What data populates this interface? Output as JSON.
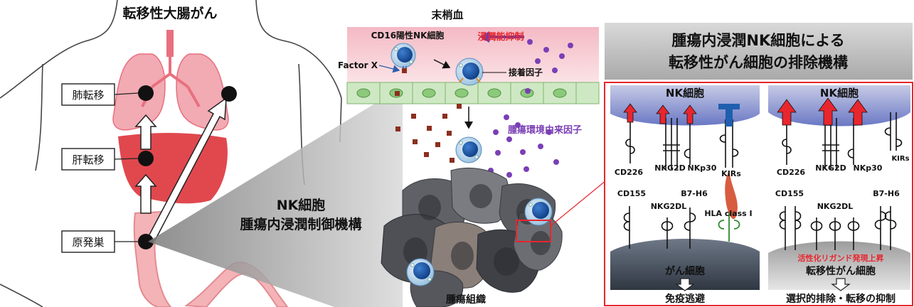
{
  "left_panel": {
    "title": "転移性大腸がん",
    "labels": [
      "肺転移",
      "肝転移",
      "原発巣"
    ]
  },
  "center_panel": {
    "top_label": "末梢血",
    "cd16_cell": "CD16陽性NK細胞",
    "inhibit": "浸潤能抑制",
    "factor_x": "Factor X",
    "adhesion": "接着因子",
    "tumor_env": "腫瘍環境由来因子",
    "nk_title_1": "NK細胞",
    "nk_title_2": "腫瘍内浸潤制御機構",
    "tumor_tissue": "腫瘍組織"
  },
  "right_panel": {
    "header_1": "腫瘍内浸潤NK細胞による",
    "header_2": "転移性がん細胞の排除機構",
    "left_col": {
      "nk": "NK細胞",
      "receptors": [
        "CD226",
        "NKG2D",
        "NKp30",
        "KIRs"
      ],
      "ligands": [
        "CD155",
        "NKG2DL",
        "B7-H6"
      ],
      "hla": "HLA class I",
      "cancer": "がん細胞",
      "outcome": "免疫逃避"
    },
    "right_col": {
      "nk": "NK細胞",
      "receptors": [
        "CD226",
        "NKG2D",
        "NKp30",
        "KIRs"
      ],
      "ligands": [
        "CD155",
        "NKG2DL",
        "B7-H6"
      ],
      "ligand_up": "活性化リガンド発現上昇",
      "cancer": "転移性がん細胞",
      "outcome": "選択的排除・転移の抑制"
    }
  },
  "colors": {
    "red_accent": "#e8262d",
    "purple": "#7a3fb5",
    "nk_blue": "#1f5fae",
    "lung_pink": "#f2aab3",
    "liver_red": "#e0484e"
  }
}
